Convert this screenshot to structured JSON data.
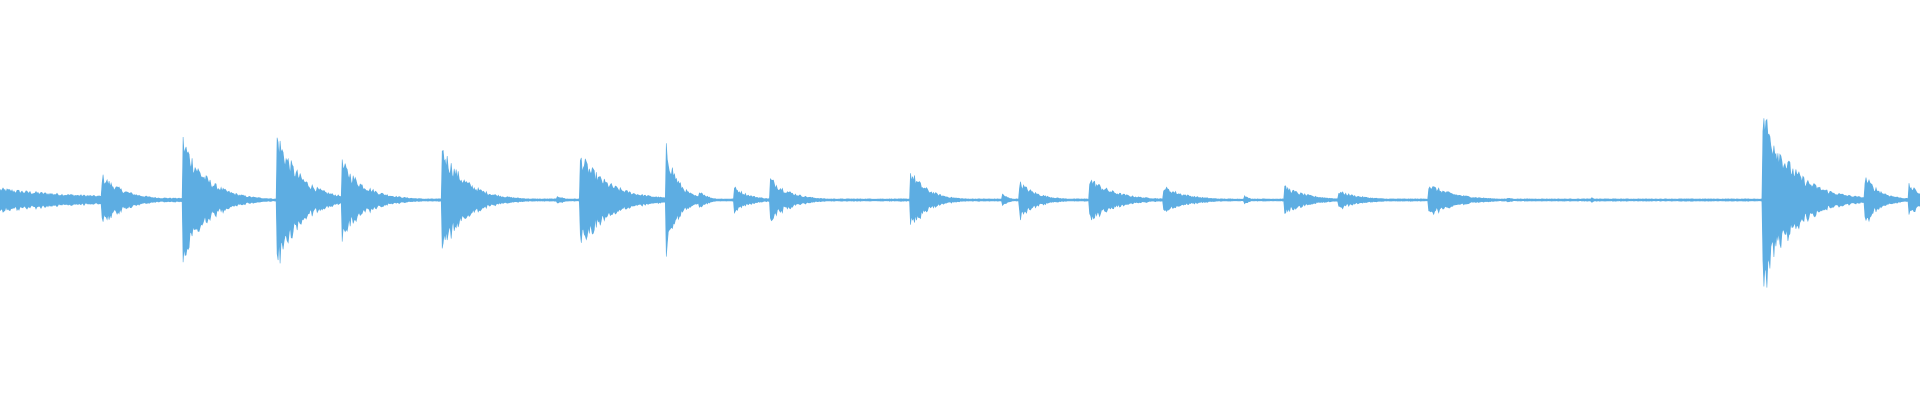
{
  "waveform": {
    "color": "#5dade2",
    "background": "#ffffff",
    "samples": 1920,
    "baseline_amplitude": 0.005,
    "transients": [
      {
        "at": 0.0,
        "peak": 0.05,
        "decay": 0.05
      },
      {
        "at": 0.053,
        "peak": 0.11,
        "decay": 0.012
      },
      {
        "at": 0.095,
        "peak": 0.28,
        "decay": 0.012
      },
      {
        "at": 0.144,
        "peak": 0.3,
        "decay": 0.012
      },
      {
        "at": 0.178,
        "peak": 0.17,
        "decay": 0.012
      },
      {
        "at": 0.23,
        "peak": 0.24,
        "decay": 0.012
      },
      {
        "at": 0.29,
        "peak": 0.02,
        "decay": 0.004
      },
      {
        "at": 0.302,
        "peak": 0.2,
        "decay": 0.015
      },
      {
        "at": 0.347,
        "peak": 0.24,
        "decay": 0.006
      },
      {
        "at": 0.364,
        "peak": 0.05,
        "decay": 0.004
      },
      {
        "at": 0.382,
        "peak": 0.06,
        "decay": 0.008
      },
      {
        "at": 0.401,
        "peak": 0.1,
        "decay": 0.01
      },
      {
        "at": 0.474,
        "peak": 0.13,
        "decay": 0.009
      },
      {
        "at": 0.522,
        "peak": 0.03,
        "decay": 0.003
      },
      {
        "at": 0.531,
        "peak": 0.08,
        "decay": 0.009
      },
      {
        "at": 0.567,
        "peak": 0.1,
        "decay": 0.013
      },
      {
        "at": 0.606,
        "peak": 0.06,
        "decay": 0.012
      },
      {
        "at": 0.648,
        "peak": 0.02,
        "decay": 0.003
      },
      {
        "at": 0.669,
        "peak": 0.06,
        "decay": 0.012
      },
      {
        "at": 0.697,
        "peak": 0.04,
        "decay": 0.012
      },
      {
        "at": 0.744,
        "peak": 0.07,
        "decay": 0.014
      },
      {
        "at": 0.785,
        "peak": 0.01,
        "decay": 0.005
      },
      {
        "at": 0.829,
        "peak": 0.01,
        "decay": 0.003
      },
      {
        "at": 0.918,
        "peak": 0.4,
        "decay": 0.015
      },
      {
        "at": 0.971,
        "peak": 0.11,
        "decay": 0.008
      },
      {
        "at": 0.994,
        "peak": 0.07,
        "decay": 0.008
      }
    ]
  }
}
